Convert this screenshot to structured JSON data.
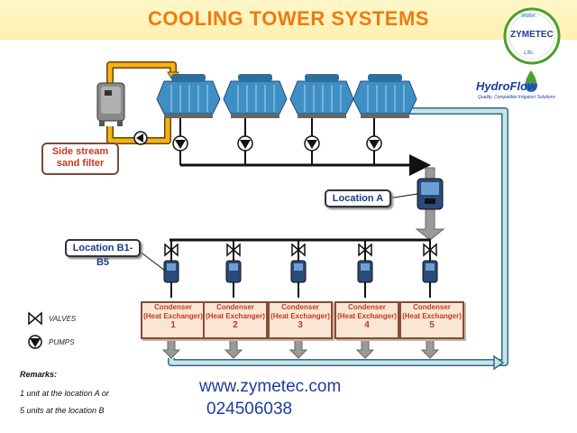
{
  "title": "COOLING TOWER SYSTEMS",
  "filter_label": [
    "Side stream",
    "sand filter"
  ],
  "location_a": "Location A",
  "location_b": "Location B1-B5",
  "condensers": [
    {
      "title": "Condenser",
      "sub": "(Heat Exchanger)",
      "num": "1"
    },
    {
      "title": "Condenser",
      "sub": "(Heat Exchanger)",
      "num": "2"
    },
    {
      "title": "Condenser",
      "sub": "(Heat Exchanger)",
      "num": "3"
    },
    {
      "title": "Condenser",
      "sub": "(Heat Exchanger)",
      "num": "4"
    },
    {
      "title": "Condenser",
      "sub": "(Heat Exchanger)",
      "num": "5"
    }
  ],
  "legend": {
    "valves": "VALVES",
    "pumps": "PUMPS"
  },
  "remarks": {
    "heading": "Remarks:",
    "line1": "1 unit at the location A or",
    "line2": "5 units at the location B"
  },
  "website": "www.zymetec.com",
  "phone": "024506038",
  "logos": {
    "zymetec": "ZYMETEC",
    "zymetec_top": "Water.",
    "zymetec_bottom": "Life.",
    "hydroflow": "HydroFlow",
    "hydroflow_tagline": "Quality, Compatible Irrigation Solutions"
  },
  "colors": {
    "title": "#f07a10",
    "pipe": "#111111",
    "return_pipe": "#bfe0ea",
    "filter_pipe": "#f5b21a",
    "tower": "#3f8fc4"
  }
}
